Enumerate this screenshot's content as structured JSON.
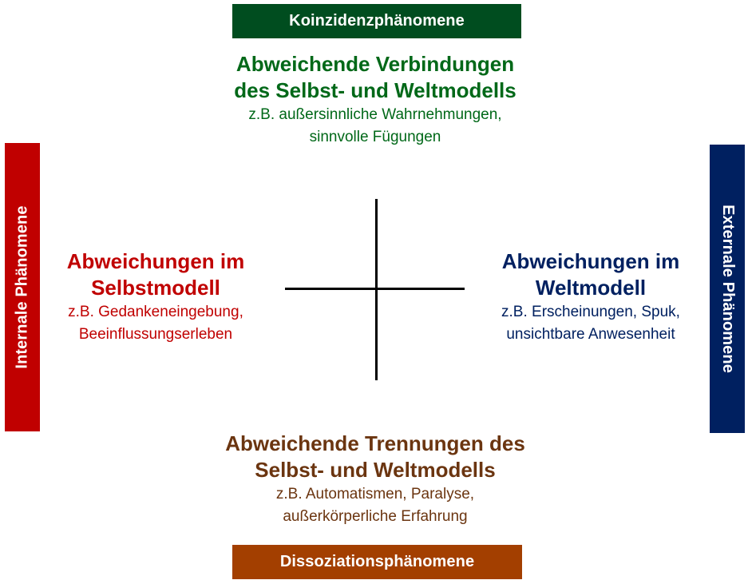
{
  "colors": {
    "green": "#004d1f",
    "green_text": "#006818",
    "red": "#c00000",
    "red_text": "#c00000",
    "navy": "#002060",
    "navy_text": "#002060",
    "brown": "#6b3510",
    "brown_banner": "#a33f00"
  },
  "banners": {
    "top": "Koinzidenzphänomene",
    "bottom": "Dissoziationsphänomene",
    "left": "Internale Phänomene",
    "right": "Externale Phänomene"
  },
  "blocks": {
    "top": {
      "heading_line1": "Abweichende Verbindungen",
      "heading_line2": "des Selbst- und Weltmodells",
      "example_line1": "z.B. außersinnliche Wahrnehmungen,",
      "example_line2": "sinnvolle Fügungen"
    },
    "left": {
      "heading_line1": "Abweichungen im",
      "heading_line2": "Selbstmodell",
      "example_line1": "z.B. Gedankeneingebung,",
      "example_line2": "Beeinflussungserleben"
    },
    "right": {
      "heading_line1": "Abweichungen im",
      "heading_line2": "Weltmodell",
      "example_line1": "z.B. Erscheinungen, Spuk,",
      "example_line2": "unsichtbare Anwesenheit"
    },
    "bottom": {
      "heading_line1": "Abweichende Trennungen des",
      "heading_line2": "Selbst- und Weltmodells",
      "example_line1": "z.B. Automatismen, Paralyse,",
      "example_line2": "außerkörperliche Erfahrung"
    }
  }
}
